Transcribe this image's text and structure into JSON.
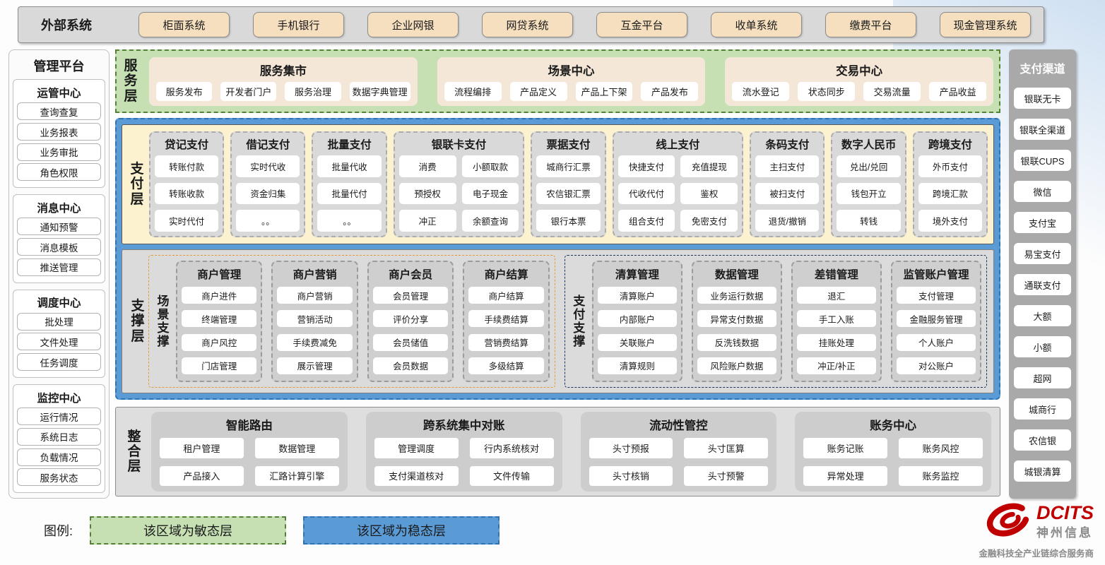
{
  "external_systems": {
    "label": "外部系统",
    "items": [
      "柜面系统",
      "手机银行",
      "企业网银",
      "网贷系统",
      "互金平台",
      "收单系统",
      "缴费平台",
      "现金管理系统"
    ]
  },
  "management_platform": {
    "title": "管理平台",
    "groups": [
      {
        "title": "运管中心",
        "items": [
          "查询查复",
          "业务报表",
          "业务审批",
          "角色权限"
        ]
      },
      {
        "title": "消息中心",
        "items": [
          "通知预警",
          "消息模板",
          "推送管理"
        ]
      },
      {
        "title": "调度中心",
        "items": [
          "批处理",
          "文件处理",
          "任务调度"
        ]
      },
      {
        "title": "监控中心",
        "items": [
          "运行情况",
          "系统日志",
          "负载情况",
          "服务状态"
        ]
      }
    ]
  },
  "service_layer": {
    "label": "服务层",
    "panels": [
      {
        "title": "服务集市",
        "items": [
          "服务发布",
          "开发者门户",
          "服务治理",
          "数据字典管理"
        ]
      },
      {
        "title": "场景中心",
        "items": [
          "流程编排",
          "产品定义",
          "产品上下架",
          "产品发布"
        ]
      },
      {
        "title": "交易中心",
        "items": [
          "流水登记",
          "状态同步",
          "交易流量",
          "产品收益"
        ]
      }
    ]
  },
  "payment_layer": {
    "label": "支付层",
    "groups": [
      {
        "title": "贷记支付",
        "cols": 1,
        "items": [
          "转账付款",
          "转账收款",
          "实时代付"
        ]
      },
      {
        "title": "借记支付",
        "cols": 1,
        "items": [
          "实时代收",
          "资金归集",
          "。。"
        ]
      },
      {
        "title": "批量支付",
        "cols": 1,
        "items": [
          "批量代收",
          "批量代付",
          "。。"
        ]
      },
      {
        "title": "银联卡支付",
        "cols": 2,
        "items": [
          "消费",
          "小额取款",
          "预授权",
          "电子现金",
          "冲正",
          "余额查询"
        ]
      },
      {
        "title": "票据支付",
        "cols": 1,
        "items": [
          "城商行汇票",
          "农信银汇票",
          "银行本票"
        ]
      },
      {
        "title": "线上支付",
        "cols": 2,
        "items": [
          "快捷支付",
          "充值提现",
          "代收代付",
          "鉴权",
          "组合支付",
          "免密支付"
        ]
      },
      {
        "title": "条码支付",
        "cols": 1,
        "items": [
          "主扫支付",
          "被扫支付",
          "退货/撤销"
        ]
      },
      {
        "title": "数字人民币",
        "cols": 1,
        "items": [
          "兑出/兑回",
          "钱包开立",
          "转钱"
        ]
      },
      {
        "title": "跨境支付",
        "cols": 1,
        "items": [
          "外币支付",
          "跨境汇款",
          "境外支付"
        ]
      }
    ]
  },
  "support_layer": {
    "label": "支撑层",
    "sections": [
      {
        "label": "场景支撑",
        "style": "orange",
        "groups": [
          {
            "title": "商户管理",
            "items": [
              "商户进件",
              "终端管理",
              "商户风控",
              "门店管理"
            ]
          },
          {
            "title": "商户营销",
            "items": [
              "商户营销",
              "营销活动",
              "手续费减免",
              "展示管理"
            ]
          },
          {
            "title": "商户会员",
            "items": [
              "会员管理",
              "评价分享",
              "会员储值",
              "会员数据"
            ]
          },
          {
            "title": "商户结算",
            "items": [
              "商户结算",
              "手续费结算",
              "营销费结算",
              "多级结算"
            ]
          }
        ]
      },
      {
        "label": "支付支撑",
        "style": "navy",
        "groups": [
          {
            "title": "清算管理",
            "items": [
              "清算账户",
              "内部账户",
              "关联账户",
              "清算规则"
            ]
          },
          {
            "title": "数据管理",
            "items": [
              "业务运行数据",
              "异常支付数据",
              "反洗钱数据",
              "风险账户数据"
            ]
          },
          {
            "title": "差错管理",
            "items": [
              "退汇",
              "手工入账",
              "挂账处理",
              "冲正/补正"
            ]
          },
          {
            "title": "监管账户管理",
            "items": [
              "支付管理",
              "金融服务管理",
              "个人账户",
              "对公账户"
            ]
          }
        ]
      }
    ]
  },
  "integration_layer": {
    "label": "整合层",
    "panels": [
      {
        "title": "智能路由",
        "items": [
          "租户管理",
          "数据管理",
          "产品接入",
          "汇路计算引擎"
        ]
      },
      {
        "title": "跨系统集中对账",
        "items": [
          "管理调度",
          "行内系统核对",
          "支付渠道核对",
          "文件传输"
        ]
      },
      {
        "title": "流动性管控",
        "items": [
          "头寸预报",
          "头寸匡算",
          "头寸核销",
          "头寸预警"
        ]
      },
      {
        "title": "账务中心",
        "items": [
          "账务记账",
          "账务风控",
          "异常处理",
          "账务监控"
        ]
      }
    ]
  },
  "payment_channels": {
    "title": "支付渠道",
    "items": [
      "银联无卡",
      "银联全渠道",
      "银联CUPS",
      "微信",
      "支付宝",
      "易宝支付",
      "通联支付",
      "大额",
      "小额",
      "超网",
      "城商行",
      "农信银",
      "城银清算"
    ]
  },
  "legend": {
    "label": "图例:",
    "agile_label": "该区域为敏态层",
    "stable_label": "该区域为稳态层"
  },
  "logo": {
    "brand": "DCITS",
    "company": "神州信息",
    "tagline": "金融科技全产业链综合服务商"
  },
  "colors": {
    "agile_green": "#C6E0B4",
    "agile_green_border": "#538135",
    "stable_blue": "#5B9BD5",
    "stable_blue_border": "#2E74B5",
    "payment_cream": "#FCF2D0",
    "external_tan": "#F5DFBF",
    "panel_gray": "#D9D9D9",
    "brand_red": "#C00000"
  }
}
